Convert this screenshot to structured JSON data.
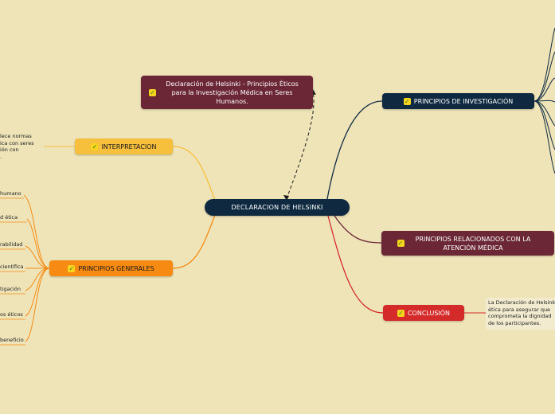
{
  "central": {
    "label": "DECLARACION DE HELSINKI"
  },
  "title_node": {
    "label": "Declaración de Helsinki - Principios Éticos para la Investigación Médica en Seres Humanos."
  },
  "right_branches": {
    "investigacion": {
      "label": "PRINCIPIOS DE INVESTIGACIÓN"
    },
    "atencion": {
      "label": "PRINCIPIOS RELACIONADOS CON LA ATENCIÓN MÉDICA"
    },
    "conclusion": {
      "label": "CONCLUSIÓN",
      "text_lines": [
        "La Declaración de Helsinki",
        "ética para asegurar que",
        "comprometa la dignidad",
        "de los participantes."
      ]
    }
  },
  "left_branches": {
    "interpretacion": {
      "label": "INTERPRETACION",
      "text_lines": [
        "lece normas",
        "ica con seres",
        "ión con",
        "."
      ]
    },
    "principios_generales": {
      "label": "PRINCIPIOS GENERALES",
      "items": [
        "humano",
        "d ética",
        "rabilidad",
        "científica",
        "tigación",
        "os éticos",
        "beneficio"
      ]
    }
  },
  "colors": {
    "background": "#eee4b8",
    "navy": "#0f2a40",
    "maroon": "#6b2736",
    "red": "#d52a2a",
    "yellow": "#f6bf3c",
    "orange": "#f68a12",
    "checkbox": "#f7d51e"
  },
  "icons": {
    "checkbox": "checkbox-icon",
    "check_glyph": "✓"
  }
}
